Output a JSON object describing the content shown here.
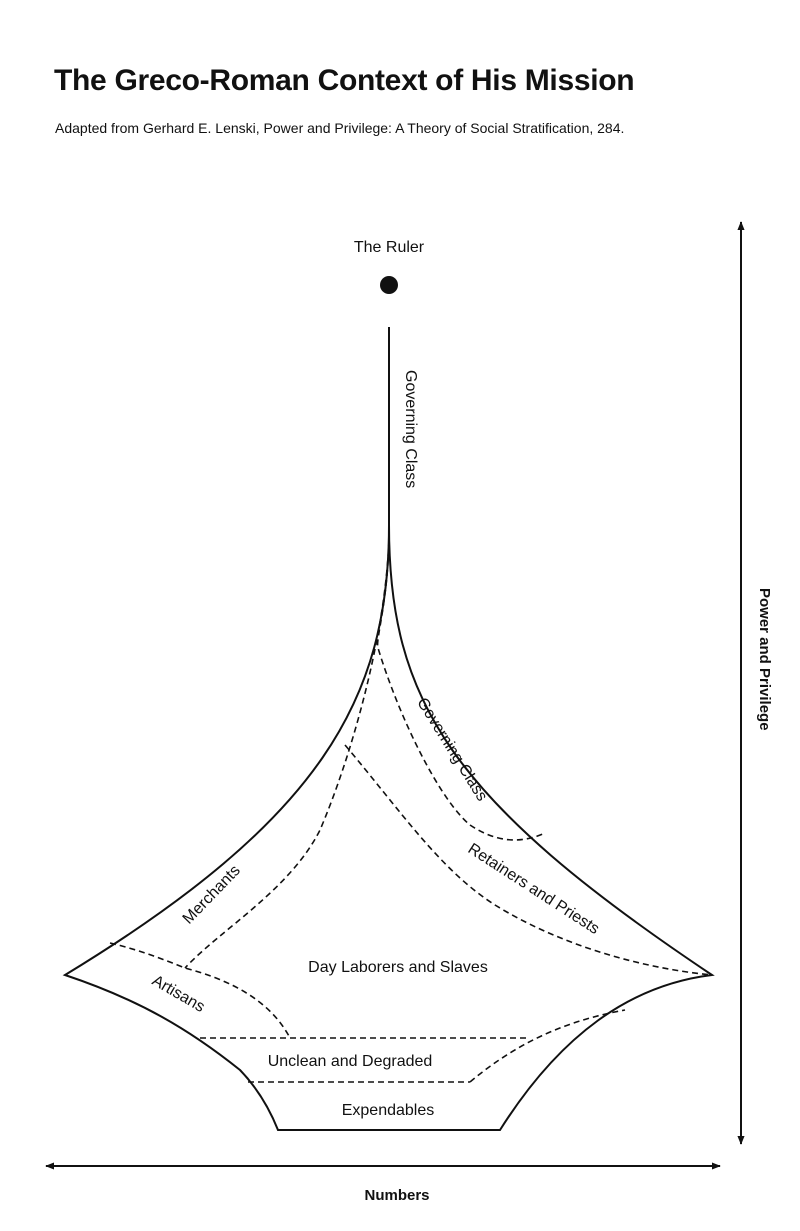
{
  "header": {
    "title": "The Greco-Roman Context of His Mission",
    "subtitle": "Adapted from Gerhard E. Lenski, Power and Privilege: A Theory of Social Stratification, 284."
  },
  "diagram": {
    "ruler": "The Ruler",
    "governing_class_stem": "Governing Class",
    "governing_class_band": "Governing Class",
    "retainers": "Retainers and Priests",
    "merchants": "Merchants",
    "artisans": "Artisans",
    "day_laborers": "Day Laborers and Slaves",
    "unclean": "Unclean and Degraded",
    "expendables": "Expendables"
  },
  "axes": {
    "vertical": "Power and Privilege",
    "horizontal": "Numbers"
  }
}
